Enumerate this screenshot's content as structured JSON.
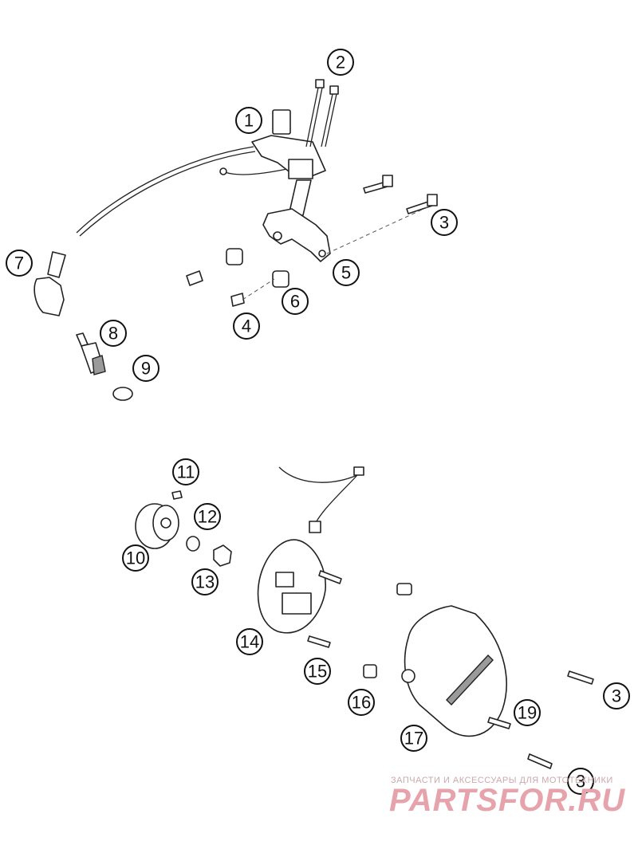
{
  "callouts": [
    "1",
    "2",
    "3",
    "4",
    "5",
    "6",
    "7",
    "8",
    "9",
    "10",
    "11",
    "12",
    "13",
    "14",
    "15",
    "16",
    "17",
    "19"
  ],
  "watermark": {
    "tagline": "ЗАПЧАСТИ И АКСЕССУАРЫ ДЛЯ МОТОТЕХНИКИ",
    "brand": "PARTSFOR.RU",
    "color": "#e6a3ac"
  }
}
